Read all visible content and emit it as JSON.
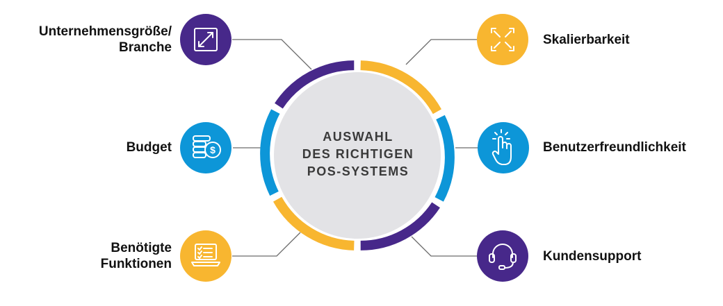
{
  "center": {
    "line1": "AUSWAHL",
    "line2": "DES RICHTIGEN",
    "line3": "POS-SYSTEMS"
  },
  "colors": {
    "purple": "#47288a",
    "yellow": "#f8b630",
    "blue": "#0d96d8",
    "center_fill": "#e3e3e6",
    "connector": "#6b6b6b"
  },
  "factors": [
    {
      "line1": "Unternehmensgröße/",
      "line2": "Branche",
      "icon": "resize-arrow-icon",
      "color": "purple"
    },
    {
      "line1": "Budget",
      "line2": "",
      "icon": "coins-dollar-icon",
      "color": "blue"
    },
    {
      "line1": "Benötigte",
      "line2": "Funktionen",
      "icon": "laptop-checklist-icon",
      "color": "yellow"
    },
    {
      "line1": "Skalierbarkeit",
      "line2": "",
      "icon": "expand-arrows-icon",
      "color": "yellow"
    },
    {
      "line1": "Benutzerfreundlichkeit",
      "line2": "",
      "icon": "tap-hand-icon",
      "color": "blue"
    },
    {
      "line1": "Kundensupport",
      "line2": "",
      "icon": "headset-icon",
      "color": "purple"
    }
  ]
}
